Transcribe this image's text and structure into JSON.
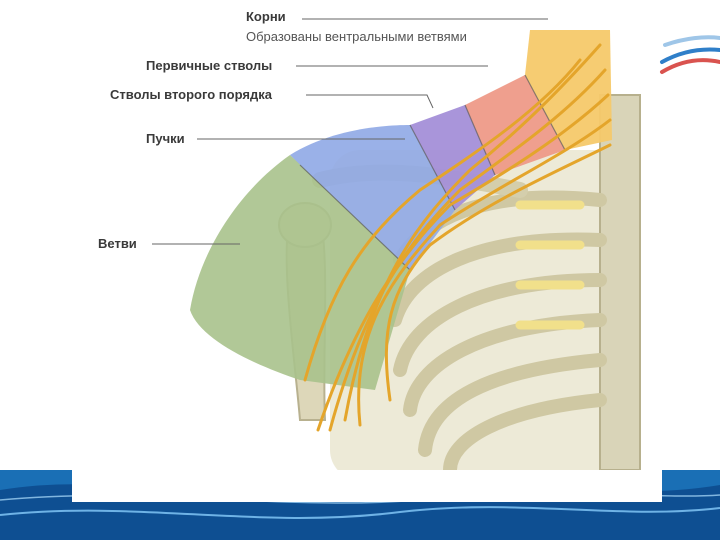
{
  "labels": {
    "roots": "Корни",
    "roots_sub": "Образованы вентральными ветвями",
    "primary_trunks": "Первичные стволы",
    "secondary_trunks": "Стволы второго порядка",
    "cords": "Пучки",
    "branches": "Ветви"
  },
  "colors": {
    "roots": "#f5c96a",
    "primary_trunks": "#ee9a88",
    "secondary_trunks": "#a48fd8",
    "cords": "#8fa9e6",
    "branches": "#a9c28c",
    "nerve": "#e4a52b",
    "bone": "#d9d4b8",
    "footer_blue": "#1a6fb5",
    "logo_red": "#d9534f",
    "logo_blue": "#2f7fc9"
  }
}
